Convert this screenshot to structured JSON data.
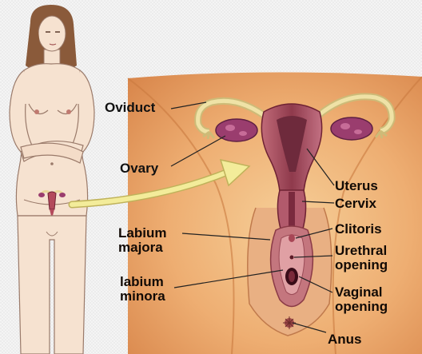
{
  "labels": {
    "oviduct": "Oviduct",
    "ovary": "Ovary",
    "uterus": "Uterus",
    "cervix": "Cervix",
    "clitoris": "Clitoris",
    "labium_majora": [
      "Labium",
      "majora"
    ],
    "labium_minora": [
      "labium",
      "minora"
    ],
    "urethral_opening": [
      "Urethral",
      "opening"
    ],
    "vaginal_opening": [
      "Vaginal",
      "opening"
    ],
    "anus": "Anus"
  },
  "colors": {
    "skin": "#f6e2d0",
    "panel_bg": "#e9a66a",
    "tissue": "#a64a5a",
    "ovary": "#9a3d6e",
    "oviduct": "#e8d79a",
    "arrow": "#f3ec9a",
    "hair": "#8a5a3a"
  }
}
